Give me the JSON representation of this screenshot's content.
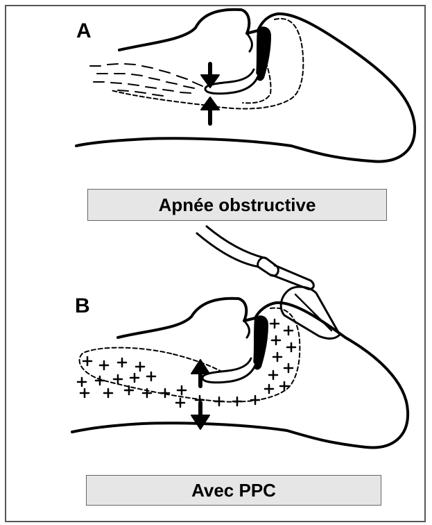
{
  "panel_a": {
    "letter": "A",
    "caption": "Apnée obstructive"
  },
  "panel_b": {
    "letter": "B",
    "caption": "Avec PPC"
  },
  "colors": {
    "line": "#000000",
    "caption_bg": "#e6e6e6",
    "frame": "#555555"
  }
}
